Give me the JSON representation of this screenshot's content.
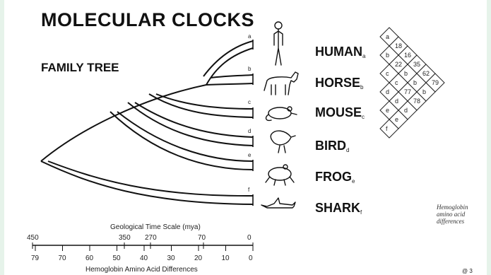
{
  "title": "MOLECULAR CLOCKS",
  "subtitle": "FAMILY TREE",
  "species": [
    {
      "name": "HUMAN",
      "sub": "a",
      "icon": "human-icon"
    },
    {
      "name": "HORSE",
      "sub": "b",
      "icon": "horse-icon"
    },
    {
      "name": "MOUSE",
      "sub": "c",
      "icon": "mouse-icon"
    },
    {
      "name": "BIRD",
      "sub": "d",
      "icon": "bird-icon"
    },
    {
      "name": "FROG",
      "sub": "e",
      "icon": "frog-icon"
    },
    {
      "name": "SHARK",
      "sub": "f",
      "icon": "shark-icon"
    }
  ],
  "branch_letters": [
    "a",
    "b",
    "c",
    "d",
    "e",
    "f"
  ],
  "geo_scale_label": "Geological Time Scale (mya)",
  "geo_ticks": [
    "450",
    "350",
    "270",
    "70",
    "0"
  ],
  "aa_ticks": [
    "79",
    "70",
    "60",
    "50",
    "40",
    "30",
    "20",
    "10",
    "0"
  ],
  "aa_label": "Hemoglobin Amino Acid Differences",
  "matrix_caption": [
    "Hemoglobin",
    "amino acid",
    "differences"
  ],
  "matrix_numbers": {
    "ab": "18",
    "ac": "16",
    "bc": "22",
    "ad": "35",
    "ae": "62",
    "af": "79",
    "ce": "77",
    "cf": "78"
  },
  "corner_mark": "@ 3"
}
